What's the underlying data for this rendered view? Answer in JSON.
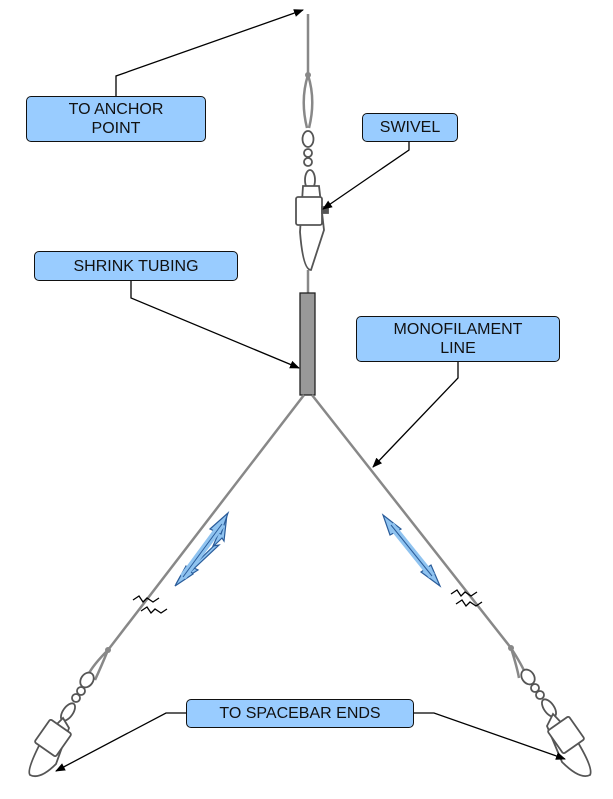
{
  "labels": {
    "anchor_line1": "TO ANCHOR",
    "anchor_line2": "POINT",
    "swivel": "SWIVEL",
    "shrink_tubing": "SHRINK TUBING",
    "mono_line1": "MONOFILAMENT",
    "mono_line2": "LINE",
    "spacebar_ends": "TO SPACEBAR ENDS"
  },
  "colors": {
    "label_fill": "#99ccff",
    "line": "#888888",
    "tubing": "#999999",
    "double_arrow": "#8fc3f0"
  }
}
